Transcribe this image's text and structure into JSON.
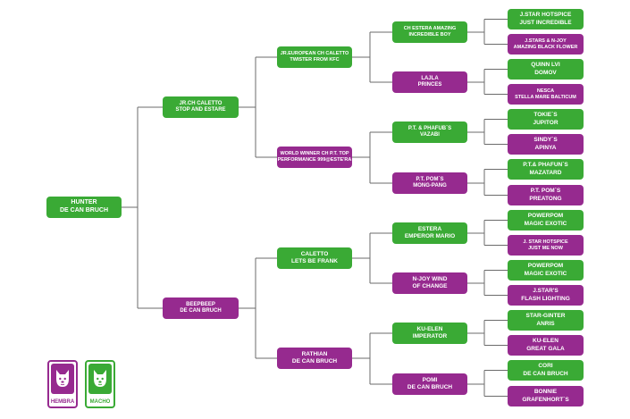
{
  "root": [
    "HUNTER",
    "DE CAN BRUCH"
  ],
  "gen1": [
    [
      "JR.CH CALETTO",
      "STOP AND ESTARE"
    ],
    [
      "BEEPBEEP",
      "DE CAN BRUCH"
    ]
  ],
  "gen2": [
    [
      "JR.EUROPEAN CH CALETTO",
      "TWISTER FROM KFC"
    ],
    [
      "WORLD WINNER CH P.T. TOP",
      "PERFORMANCE 999@ESTE'RA"
    ],
    [
      "CALETTO",
      "LETS BE FRANK"
    ],
    [
      "RATHIAN",
      "DE CAN BRUCH"
    ]
  ],
  "gen3": [
    [
      "CH ESTERA AMAZING",
      "INCREDIBLE BOY"
    ],
    [
      "LAJLA",
      "PRINCES"
    ],
    [
      "P.T. & PHAFUB´S",
      "VAZABI"
    ],
    [
      "P.T. POM´S",
      "MONG-PANG"
    ],
    [
      "ESTERA",
      "EMPEROR MARIO"
    ],
    [
      "N-JOY WIND",
      "OF CHANGE"
    ],
    [
      "KU-ELEN",
      "IMPERATOR"
    ],
    [
      "POMI",
      "DE CAN BRUCH"
    ]
  ],
  "gen4": [
    [
      "J.STAR HOTSPICE",
      "JUST INCREDIBLE"
    ],
    [
      "J.STARS & N-JOY",
      "AMAZING BLACK FLOWER"
    ],
    [
      "QUINN LVI",
      "DOMOV"
    ],
    [
      "NESCA",
      "STELLA MARE BALTICUM"
    ],
    [
      "TOKIE´S",
      "JUPITOR"
    ],
    [
      "SINDY´S",
      "APINYA"
    ],
    [
      "P.T.& PHAFUN´S",
      "MAZATARD"
    ],
    [
      "P.T. POM´S",
      "PREATONG"
    ],
    [
      "POWERPOM",
      "MAGIC EXOTIC"
    ],
    [
      "J. STAR HOTSPICE",
      "JUST ME NOW"
    ],
    [
      "POWERPOM",
      "MAGIC EXOTIC"
    ],
    [
      "J.STAR'S",
      "FLASH LIGHTING"
    ],
    [
      "STAR-GINTER",
      "ANRIS"
    ],
    [
      "KU-ELEN",
      "GREAT GALA"
    ],
    [
      "CORI",
      "DE CAN BRUCH"
    ],
    [
      "BONNIE",
      "GRAFENHORT´S"
    ]
  ],
  "legend": {
    "female": "HEMBRA",
    "male": "MACHO"
  },
  "colors": {
    "male": "#3aaa35",
    "female": "#962a8f",
    "line": "#6b6b6b"
  }
}
